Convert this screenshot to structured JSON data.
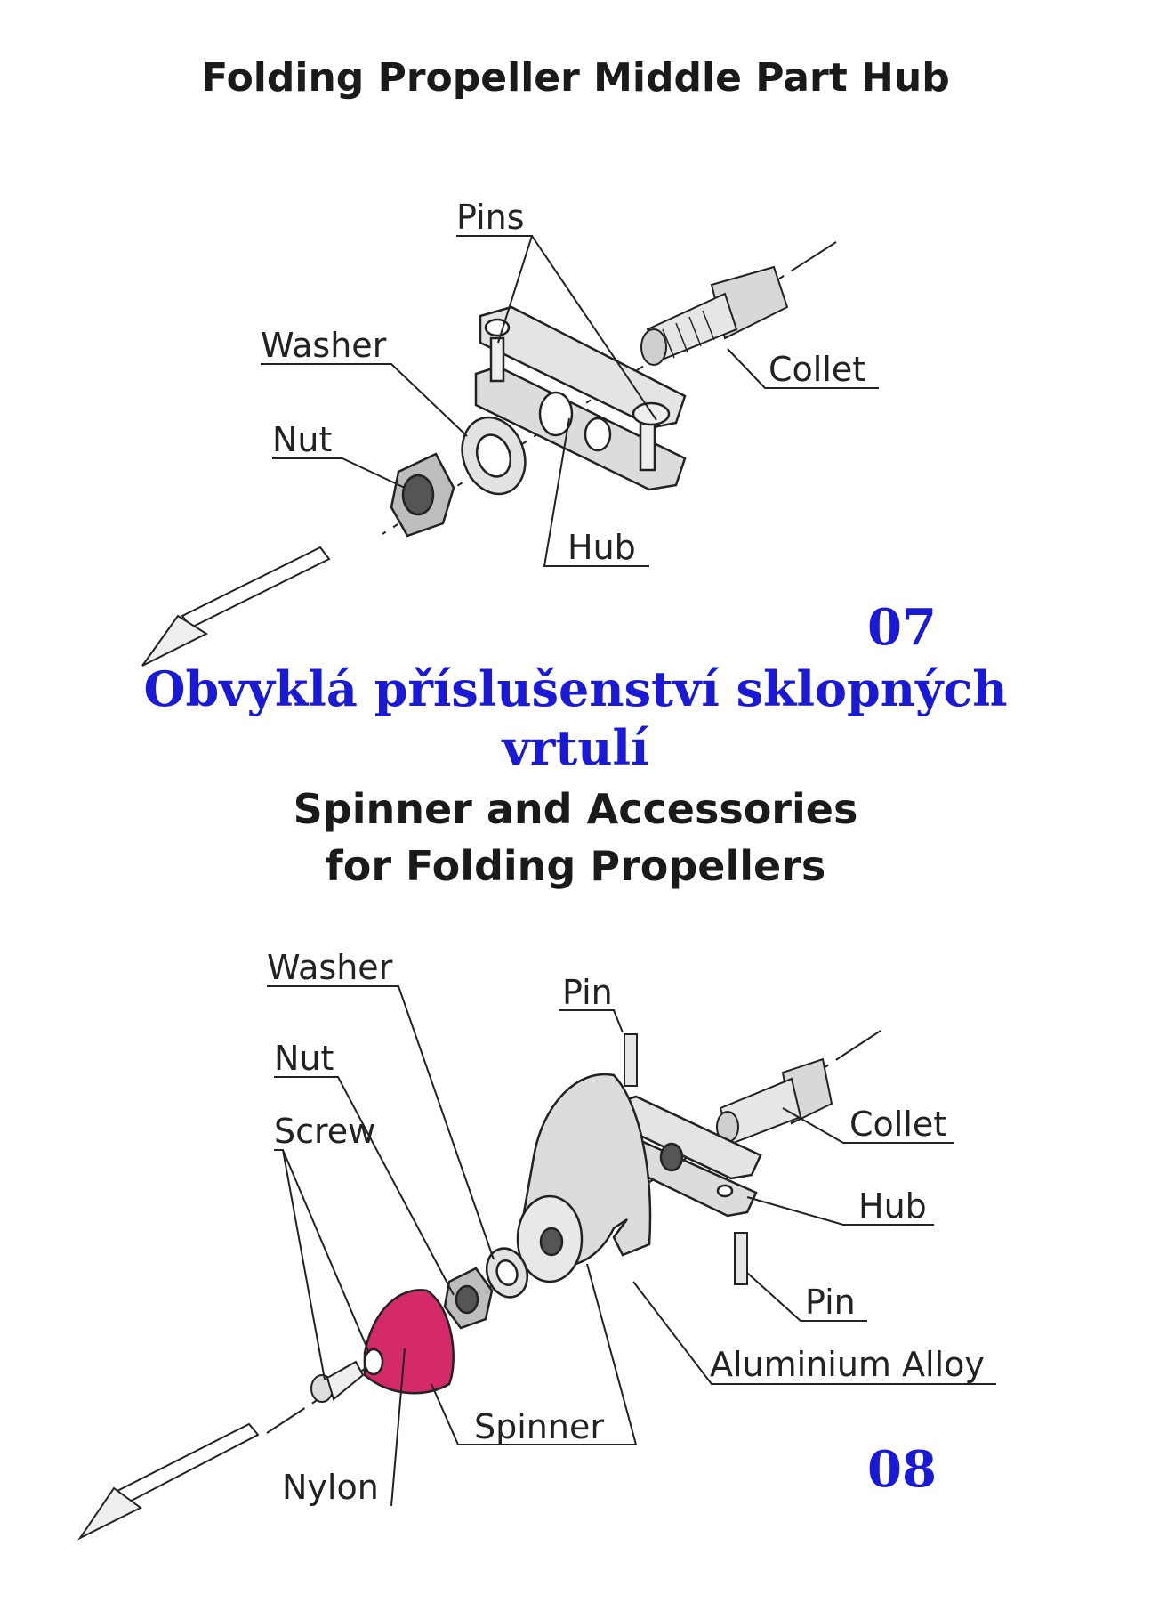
{
  "colors": {
    "accent_blue": "#1a1ad6",
    "nylon_spinner": "#d42a6a",
    "ink": "#222222",
    "metal": "#d8d8d8"
  },
  "top_title": "Folding Propeller Middle Part Hub",
  "diagram1": {
    "labels": {
      "pins": "Pins",
      "washer": "Washer",
      "nut": "Nut",
      "collet": "Collet",
      "hub": "Hub"
    },
    "number": "07"
  },
  "czech_heading": {
    "line1": "Obvyklá příslušenství sklopných",
    "line2": "vrtulí"
  },
  "english_heading": {
    "line1": "Spinner and Accessories",
    "line2": "for Folding Propellers"
  },
  "diagram2": {
    "labels": {
      "pin_top": "Pin",
      "washer": "Washer",
      "nut": "Nut",
      "screw": "Screw",
      "collet": "Collet",
      "hub": "Hub",
      "pin_bottom": "Pin",
      "aluminium": "Aluminium Alloy",
      "spinner": "Spinner",
      "nylon": "Nylon"
    },
    "number": "08"
  }
}
